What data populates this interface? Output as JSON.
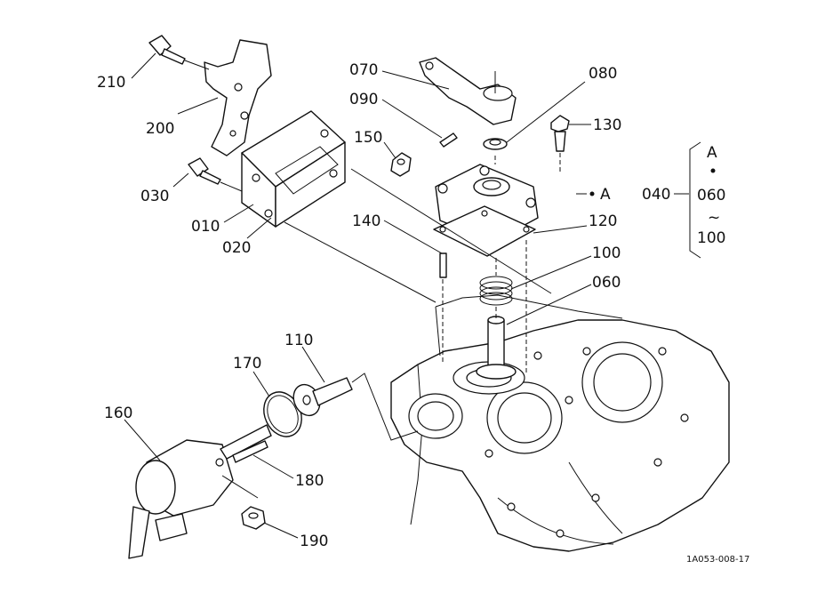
{
  "callouts": {
    "p210": "210",
    "p200": "200",
    "p030": "030",
    "p010": "010",
    "p020": "020",
    "p070": "070",
    "p090": "090",
    "p080": "080",
    "p130": "130",
    "p150": "150",
    "p140": "140",
    "p120": "120",
    "p100": "100",
    "p060": "060",
    "p110": "110",
    "p170": "170",
    "p160": "160",
    "p180": "180",
    "p190": "190",
    "ref_a": "A"
  },
  "legend": {
    "p040": "040",
    "letter": "A",
    "from": "060",
    "tilde": "~",
    "to": "100"
  },
  "drawing_id": "1A053-008-17"
}
